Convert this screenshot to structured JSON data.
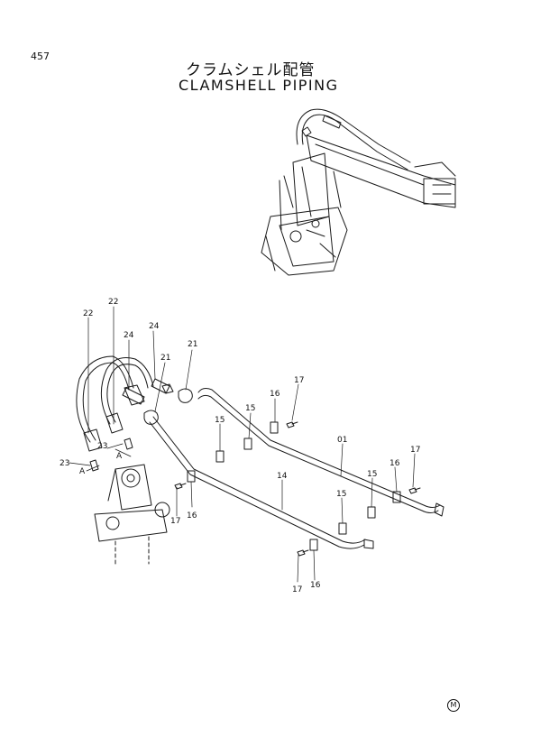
{
  "page_number": "457",
  "title_jp": "クラムシェル配管",
  "title_en": "CLAMSHELL PIPING",
  "footer_mark": "M",
  "callouts": {
    "c22a": "22",
    "c22b": "22",
    "c24a": "24",
    "c24b": "24",
    "c21a": "21",
    "c21b": "21",
    "c23a": "23",
    "c23b": "23",
    "cAa": "A",
    "cAb": "A",
    "c17a": "17",
    "c17b": "17",
    "c17c": "17",
    "c17d": "17",
    "c16a": "16",
    "c16b": "16",
    "c16c": "16",
    "c16d": "16",
    "c15a": "15",
    "c15b": "15",
    "c15c": "15",
    "c15d": "15",
    "c01": "01",
    "c14": "14"
  }
}
